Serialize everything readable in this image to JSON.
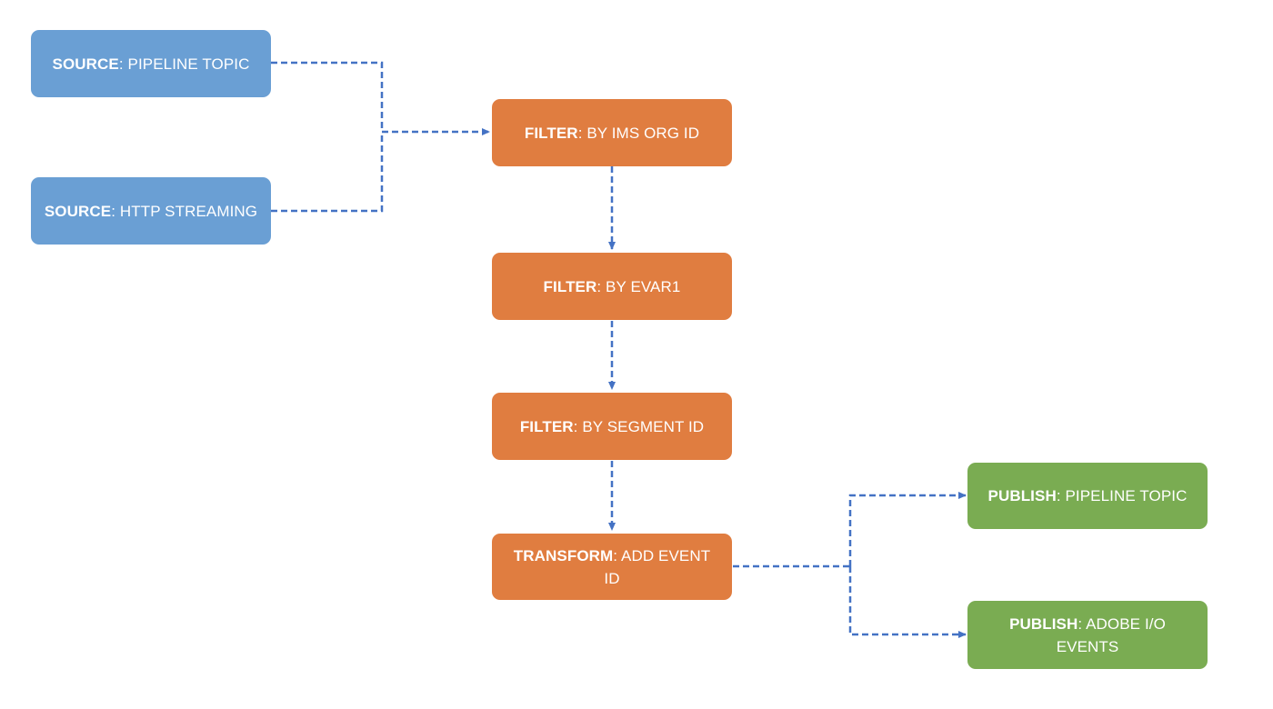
{
  "diagram": {
    "nodes": {
      "source_pipeline": {
        "kind": "SOURCE",
        "label": "PIPELINE TOPIC"
      },
      "source_http": {
        "kind": "SOURCE",
        "label": "HTTP STREAMING"
      },
      "filter_org": {
        "kind": "FILTER",
        "label": "BY IMS ORG ID"
      },
      "filter_evar": {
        "kind": "FILTER",
        "label": "BY EVAR1"
      },
      "filter_segment": {
        "kind": "FILTER",
        "label": "BY SEGMENT ID"
      },
      "transform": {
        "kind": "TRANSFORM",
        "label": "ADD EVENT ID"
      },
      "publish_pipeline": {
        "kind": "PUBLISH",
        "label": "PIPELINE TOPIC"
      },
      "publish_adobe": {
        "kind": "PUBLISH",
        "label": "ADOBE I/O EVENTS"
      }
    },
    "edges": [
      {
        "from": "source_pipeline",
        "to": "filter_org"
      },
      {
        "from": "source_http",
        "to": "filter_org"
      },
      {
        "from": "filter_org",
        "to": "filter_evar"
      },
      {
        "from": "filter_evar",
        "to": "filter_segment"
      },
      {
        "from": "filter_segment",
        "to": "transform"
      },
      {
        "from": "transform",
        "to": "publish_pipeline"
      },
      {
        "from": "transform",
        "to": "publish_adobe"
      }
    ],
    "colors": {
      "source": "#6a9fd4",
      "filter_transform": "#e07d40",
      "publish": "#7aac52",
      "connector": "#4472c4"
    }
  }
}
